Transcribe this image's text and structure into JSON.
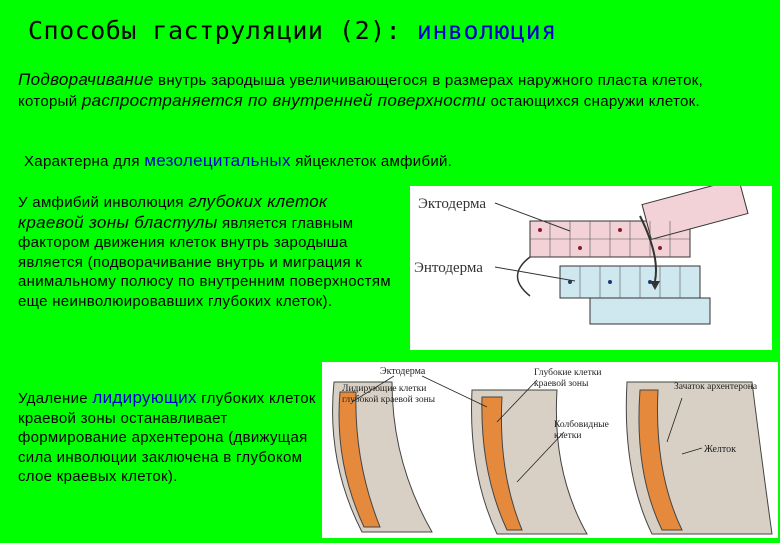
{
  "title": {
    "main": "Способы гаструляции (2): ",
    "accent": "инволюция"
  },
  "para1": {
    "t1": "Подворачивание",
    "t2": " внутрь зародыша увеличивающегося в размерах наружного пласта клеток, который ",
    "t3": "распространяется по внутренней поверхности",
    "t4": " остающихся снаружи клеток."
  },
  "para2": {
    "t1": "Характерна для ",
    "t2": "мезолецитальных",
    "t3": " яйцеклеток амфибий."
  },
  "para3": {
    "t1": "У амфибий инволюция ",
    "t2": "глубоких клеток краевой зоны бластулы",
    "t3": " является главным фактором движения клеток внутрь зародыша является (подворачивание внутрь и миграция к анимальному полюсу по внутренним поверхностям еще неинволюировавших глубоких клеток)."
  },
  "para4": {
    "t1": "Удаление ",
    "t2": "лидирующих",
    "t3": " глубоких клеток краевой зоны останавливает формирование архентерона (движущая сила инволюции заключена в глубоком слое краевых клеток)."
  },
  "figure1": {
    "ectoderm": "Эктодерма",
    "endoderm": "Энтодерма"
  },
  "figure2": {
    "ectoderm": "Эктодерма",
    "leading": "Лидирующие клетки глубокой краевой зоны",
    "deep": "Глубокие клетки краевой зоны",
    "bottle": "Колбовидные клетки",
    "archenteron": "Зачаток архентерона",
    "yolk": "Желток"
  },
  "colors": {
    "background": "#00ff00",
    "accent": "#0000cc",
    "ectoderm_cells": "#f2d2d6",
    "endoderm_cells": "#cfe7ef",
    "deep_cells": "#e58a3c"
  }
}
